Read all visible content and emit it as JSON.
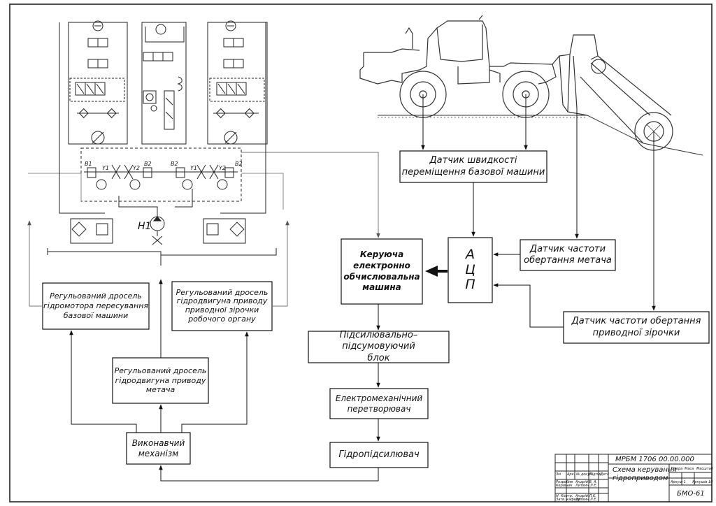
{
  "blocks": {
    "speed_sensor": [
      "Датчик швидкості",
      "переміщення базової машини"
    ],
    "adc": [
      "А",
      "Ц",
      "П"
    ],
    "cutter_freq_sensor": [
      "Датчик частоти",
      "обертання метача"
    ],
    "sprocket_freq_sensor": [
      "Датчик частоти обертання",
      "приводної зірочки"
    ],
    "computer": [
      "Керуюча",
      "електронно",
      "обчислювальна",
      "машина"
    ],
    "amplifier_summator": [
      "Підсилювально–підсумовуючий",
      "блок"
    ],
    "electromech_converter": [
      "Електромеханічний",
      "перетворювач"
    ],
    "hydro_amplifier": [
      "Гідропідсилювач"
    ],
    "throttle_base": [
      "Регульований дросель",
      "гідромотора пересування",
      "базової машини"
    ],
    "throttle_sprocket": [
      "Регульований дросель",
      "гідродвигуна приводу",
      "приводної зірочки",
      "робочого органу"
    ],
    "throttle_cutter": [
      "Регульований дросель",
      "гідродвигуна приводу",
      "метача"
    ],
    "actuator": [
      "Виконавчий",
      "механізм"
    ]
  },
  "hydraulic_labels": {
    "pump": "Н1",
    "b1": "В1",
    "y1": "Y1",
    "y2a": "Y2",
    "b2a": "В2",
    "b2b": "В2",
    "y1b": "Y1",
    "y2b": "Y2",
    "b2c": "В2"
  },
  "title_block": {
    "code": "МРБМ 1706 00.00.000",
    "title": [
      "Схема керування",
      "гідроприводом"
    ],
    "sheet_code": "БМО-61",
    "col_headers": [
      "Зм",
      "Арк.",
      "№ докум.",
      "Підпис",
      "Дата"
    ],
    "roles": [
      "Розробив",
      "Керівник",
      "Н. Контр.",
      "Затв. кафедр."
    ],
    "names": [
      "Андрій В. А.",
      "Литвин Л.Є.",
      "Андрій Л.Є.",
      "Литвин Л.Є."
    ],
    "lit_headers": [
      "Літера",
      "Маса",
      "Масштаб"
    ],
    "sheet_info": [
      "Аркуш 1",
      "Аркушів 10"
    ]
  }
}
